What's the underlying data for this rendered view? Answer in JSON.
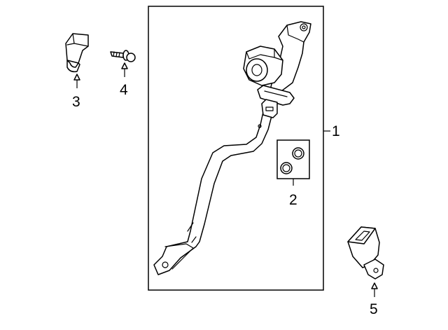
{
  "callouts": {
    "belt_assembly": "1",
    "bolt_kit": "2",
    "anchor_bracket": "3",
    "anchor_bolt": "4",
    "buckle": "5"
  },
  "colors": {
    "line": "#000000",
    "background": "#ffffff"
  }
}
